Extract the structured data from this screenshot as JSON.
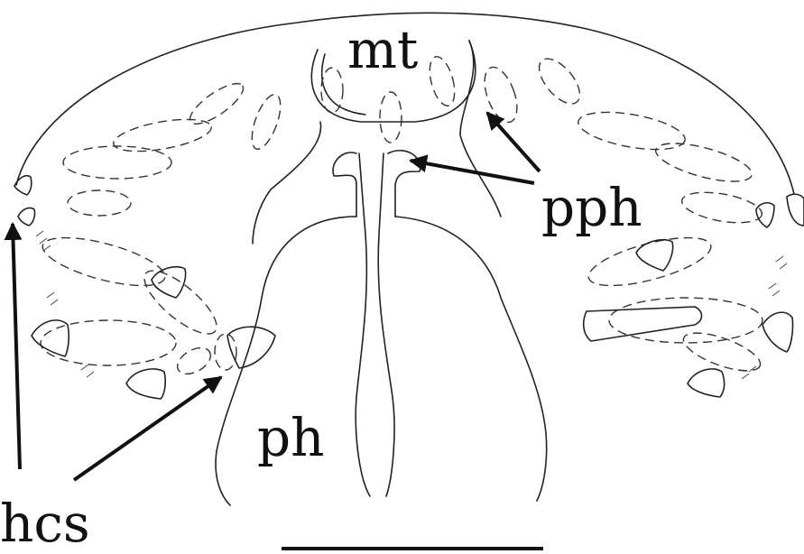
{
  "labels": {
    "mt": "mt",
    "pph": "pph",
    "ph": "ph",
    "hcs": "hcs"
  },
  "colors": {
    "ink": "#111111",
    "background": "#ffffff"
  }
}
